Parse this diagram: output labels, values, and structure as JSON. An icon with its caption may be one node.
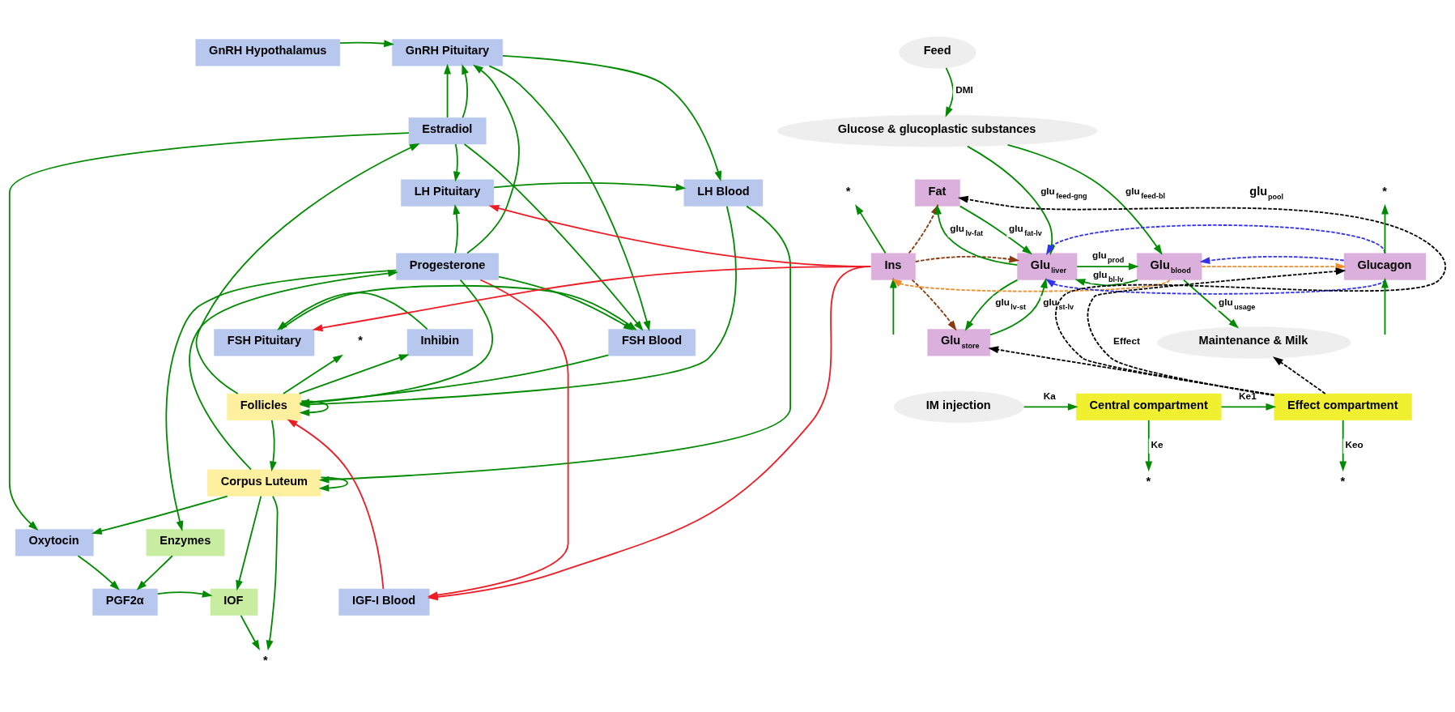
{
  "diagram": {
    "nodes": [
      {
        "text": [
          "GnRH Hypothalamus"
        ]
      },
      {
        "text": [
          "GnRH Pituitary"
        ]
      },
      {
        "text": [
          "Estradiol"
        ]
      },
      {
        "text": [
          "LH Pituitary"
        ]
      },
      {
        "text": [
          "LH Blood"
        ]
      },
      {
        "text": [
          "Progesterone"
        ]
      },
      {
        "text": [
          "FSH Pituitary"
        ]
      },
      {
        "text": [
          "FSH Blood"
        ]
      },
      {
        "text": [
          "Inhibin"
        ]
      },
      {
        "text": [
          "Follicles"
        ]
      },
      {
        "text": [
          "Corpus Luteum"
        ]
      },
      {
        "text": [
          "Oxytocin"
        ]
      },
      {
        "text": [
          "Enzymes"
        ]
      },
      {
        "text": [
          "PGF2α"
        ]
      },
      {
        "text": [
          "IOF"
        ]
      },
      {
        "text": [
          "IGF-I Blood"
        ]
      },
      {
        "text": [
          "Ins"
        ]
      },
      {
        "text": [
          "Feed"
        ]
      },
      {
        "text": [
          "Glucose & glucoplastic substances"
        ]
      },
      {
        "text": [
          "Fat"
        ]
      },
      {
        "text": [
          "Glu$_{liver}$"
        ]
      },
      {
        "text": [
          "Glu$_{blood}$"
        ]
      },
      {
        "text": [
          "Glucagon"
        ]
      },
      {
        "text": [
          "Glu$_{store}$"
        ]
      },
      {
        "text": [
          "Maintenance & Milk"
        ]
      },
      {
        "text": [
          "IM injection"
        ]
      },
      {
        "text": [
          "Central compartment"
        ]
      },
      {
        "text": [
          "Effect compartment"
        ]
      },
      {
        "text": [
          "*"
        ]
      },
      {
        "text": [
          "*"
        ]
      },
      {
        "text": [
          "*"
        ]
      },
      {
        "text": [
          "*"
        ]
      },
      {
        "text": [
          "*"
        ]
      },
      {
        "text": [
          "*"
        ]
      }
    ],
    "edges": [
      {
        "from": 0,
        "to": 1,
        "arrow": "to"
      },
      {
        "from": 2,
        "to": 1,
        "arrow": "to"
      },
      {
        "from": 2,
        "to": 1,
        "arrow": "to"
      },
      {
        "from": 5,
        "to": 1,
        "arrow": "to"
      },
      {
        "from": 1,
        "to": 4,
        "arrow": "to"
      },
      {
        "from": 1,
        "to": 7,
        "arrow": "to"
      },
      {
        "from": 2,
        "to": 3,
        "arrow": "to"
      },
      {
        "from": 5,
        "to": 3,
        "arrow": "to"
      },
      {
        "from": 2,
        "to": 7,
        "arrow": "to"
      },
      {
        "from": 5,
        "to": 7,
        "arrow": "to"
      },
      {
        "from": 3,
        "to": 4,
        "arrow": "to"
      },
      {
        "from": 6,
        "to": 7,
        "arrow": "to"
      },
      {
        "from": 8,
        "to": 6,
        "arrow": "to"
      },
      {
        "from": 5,
        "to": 9,
        "arrow": "to"
      },
      {
        "from": 2,
        "to": 11,
        "arrow": "to"
      },
      {
        "from": 5,
        "to": 12,
        "arrow": "to"
      },
      {
        "from": 9,
        "to": 8,
        "arrow": "to"
      },
      {
        "from": 9,
        "to": 2,
        "arrow": "to"
      },
      {
        "from": 9,
        "to": 28,
        "arrow": "to"
      },
      {
        "from": 9,
        "to": 9,
        "arrow": "to"
      },
      {
        "from": 7,
        "to": 9,
        "arrow": "to"
      },
      {
        "from": 4,
        "to": 9,
        "arrow": "to"
      },
      {
        "from": 4,
        "to": 10,
        "arrow": "to"
      },
      {
        "from": 9,
        "to": 10,
        "arrow": "to"
      },
      {
        "from": 10,
        "to": 5,
        "arrow": "to"
      },
      {
        "from": 10,
        "to": 11,
        "arrow": "to"
      },
      {
        "from": 10,
        "to": 14,
        "arrow": "to"
      },
      {
        "from": 10,
        "to": 10,
        "arrow": "to"
      },
      {
        "from": 10,
        "to": 29,
        "arrow": "to"
      },
      {
        "from": 14,
        "to": 29,
        "arrow": "to"
      },
      {
        "from": 11,
        "to": 13,
        "arrow": "to"
      },
      {
        "from": 12,
        "to": 13,
        "arrow": "to"
      },
      {
        "from": 13,
        "to": 14,
        "arrow": "to"
      },
      {
        "from": 15,
        "to": 9,
        "arrow": "to",
        "color": "#ee1c25"
      },
      {
        "from": 16,
        "to": 3,
        "arrow": "to",
        "color": "#ee1c25"
      },
      {
        "from": 16,
        "to": 6,
        "arrow": "to",
        "color": "#ee1c25"
      },
      {
        "from": 16,
        "to": 15,
        "arrow": "to",
        "color": "#ee1c25"
      },
      {
        "from": 5,
        "to": 15,
        "arrow": "to",
        "color": "#ee1c25"
      },
      {
        "from": 17,
        "to": 18,
        "arrow": "to",
        "label": "DMI"
      },
      {
        "from": 18,
        "to": 20,
        "arrow": "to",
        "label": "glu$_{feed-gng}$"
      },
      {
        "from": 18,
        "to": 21,
        "arrow": "to",
        "label": "glu$_{feed-bl}$"
      },
      {
        "from": 20,
        "to": 19,
        "arrow": "to",
        "label": "glu$_{lv-fat}$"
      },
      {
        "from": 19,
        "to": 20,
        "arrow": "to",
        "label": "glu$_{fat-lv}$"
      },
      {
        "from": 20,
        "to": 21,
        "arrow": "to",
        "label": "glu$_{prod}$"
      },
      {
        "from": 21,
        "to": 20,
        "arrow": "to",
        "label": "glu$_{bl-lv}$"
      },
      {
        "from": 20,
        "to": 23,
        "arrow": "to",
        "label": "glu$_{lv-st}$"
      },
      {
        "from": 23,
        "to": 20,
        "arrow": "to",
        "label": "glu$_{st-lv}$"
      },
      {
        "from": 21,
        "to": 24,
        "arrow": "to",
        "label": "glu$_{usage}$"
      },
      {
        "from": 16,
        "to": 30,
        "arrow": "to"
      },
      {
        "from": null,
        "to": 16,
        "arrow": "to"
      },
      {
        "from": 16,
        "to": 19,
        "arrow": "to",
        "style": "dashed",
        "color": "#8b3a0f"
      },
      {
        "from": 16,
        "to": 23,
        "arrow": "to",
        "style": "dashed",
        "color": "#8b3a0f"
      },
      {
        "from": 16,
        "to": 20,
        "arrow": "to",
        "style": "dashed",
        "color": "#8b3a0f"
      },
      {
        "from": 21,
        "to": 16,
        "arrow": "to",
        "style": "dashed",
        "color": "#f08c2a"
      },
      {
        "from": 21,
        "to": 22,
        "arrow": "to",
        "style": "dashed",
        "color": "#f08c2a"
      },
      {
        "from": 22,
        "to": 20,
        "arrow": "to",
        "style": "dashed",
        "color": "#3333ee"
      },
      {
        "from": 22,
        "to": 21,
        "arrow": "to",
        "style": "dashed",
        "color": "#3333ee"
      },
      {
        "from": 22,
        "to": 20,
        "arrow": "to",
        "style": "dashed",
        "color": "#3333ee"
      },
      {
        "from": 22,
        "to": 31,
        "arrow": "to"
      },
      {
        "from": null,
        "to": 22,
        "arrow": "to"
      },
      {
        "from": 27,
        "to": 24,
        "arrow": "to",
        "style": "dashed",
        "color": "#000000"
      },
      {
        "from": 27,
        "to": 19,
        "arrow": "to",
        "style": "dashed",
        "color": "#000000"
      },
      {
        "from": 27,
        "to": 23,
        "arrow": "to",
        "style": "dashed",
        "color": "#000000"
      },
      {
        "from": 27,
        "to": 22,
        "arrow": "to",
        "style": "dashed",
        "color": "#000000",
        "label": "Effect"
      },
      {
        "from": 25,
        "to": 26,
        "arrow": "to",
        "label": "Ka"
      },
      {
        "from": 26,
        "to": 27,
        "arrow": "to",
        "label": "Ke1"
      },
      {
        "from": 26,
        "to": 32,
        "arrow": "to",
        "label": "Ke"
      },
      {
        "from": 27,
        "to": 33,
        "arrow": "to",
        "label": "Keo"
      }
    ],
    "labels": [
      "glu$_{pool}$"
    ]
  }
}
